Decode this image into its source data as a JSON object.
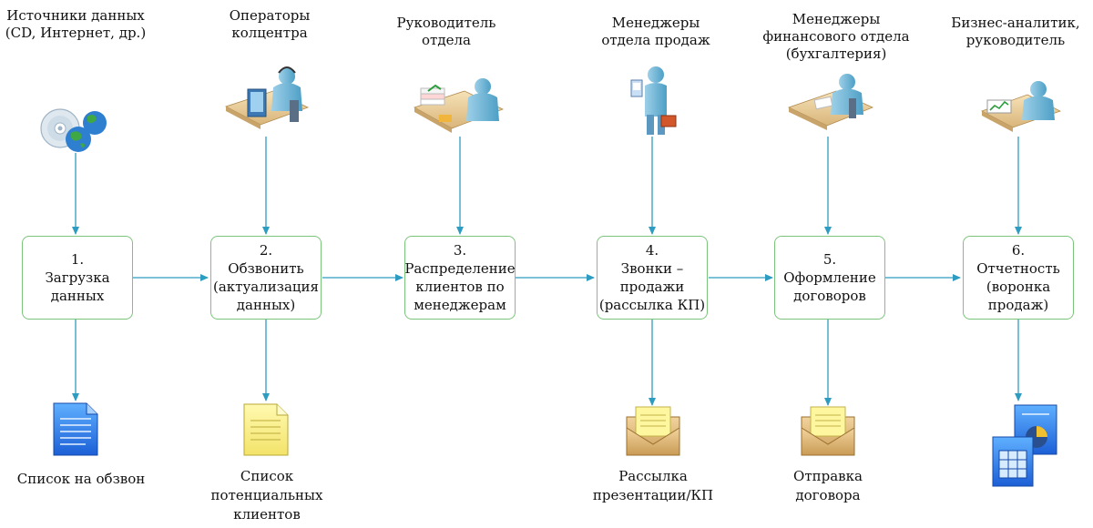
{
  "actors": [
    {
      "label": "Источники данных\n(CD, Интернет, др.)",
      "icon": "cd-globe-icon"
    },
    {
      "label": "Операторы\nколцентра",
      "icon": "call-operator-icon"
    },
    {
      "label": "Руководитель\nотдела",
      "icon": "manager-desk-icon"
    },
    {
      "label": "Менеджеры\nотдела продаж",
      "icon": "salesman-icon"
    },
    {
      "label": "Менеджеры\nфинансового отдела\n(бухгалтерия)",
      "icon": "accountant-icon"
    },
    {
      "label": "Бизнес-аналитик,\nруководитель",
      "icon": "analyst-icon"
    }
  ],
  "steps": [
    {
      "text": "1.\nЗагрузка\nданных"
    },
    {
      "text": "2.\nОбзвонить\n(актуализация\nданных)"
    },
    {
      "text": "3.\nРаспределение\nклиентов по\nменеджерам"
    },
    {
      "text": "4.\nЗвонки –\nпродажи\n(рассылка КП)"
    },
    {
      "text": "5.\nОформление\nдоговоров"
    },
    {
      "text": "6.\nОтчетность\n(воронка\nпродаж)"
    }
  ],
  "outputs": [
    {
      "label": "Список на обзвон",
      "icon": "blue-document-icon"
    },
    {
      "label": "Список\nпотенциальных\nклиентов",
      "icon": "yellow-document-icon"
    },
    {
      "label": "Рассылка\nпрезентации/КП",
      "icon": "envelope-icon"
    },
    {
      "label": "Отправка\nдоговора",
      "icon": "envelope-icon"
    },
    {
      "icon": "report-charts-icon"
    }
  ],
  "colors": {
    "arrow": "#2e9cc0",
    "box_border": "#7cc47c"
  }
}
